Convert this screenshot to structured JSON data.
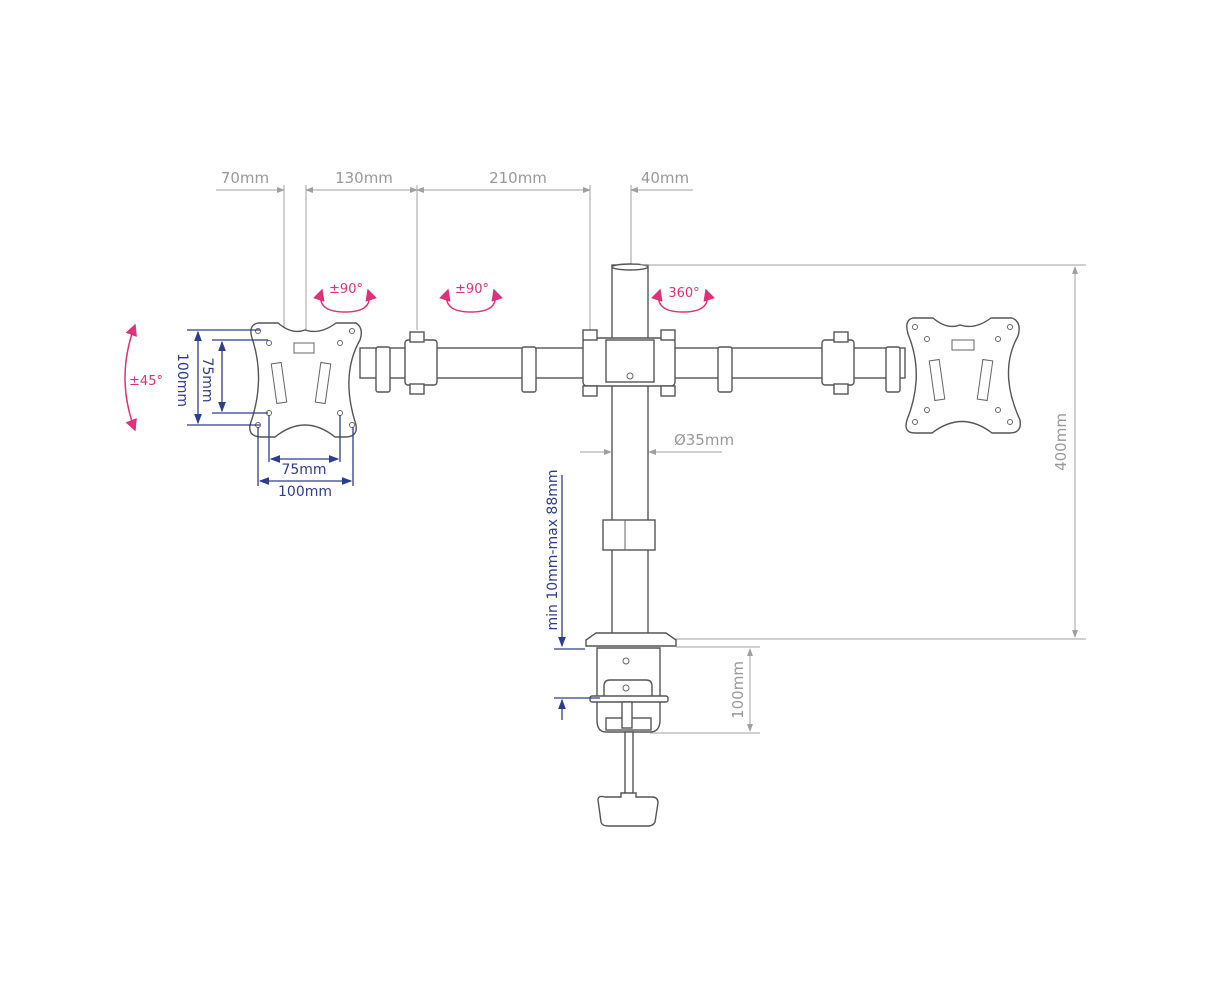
{
  "title": "Dual monitor desk mount dimension diagram",
  "colors": {
    "dimension_gray": "#999999",
    "vesa_blue": "#2e3d8f",
    "rotation_pink": "#e0307a",
    "outline": "#555555"
  },
  "top_dimensions": [
    "70mm",
    "130mm",
    "210mm",
    "40mm"
  ],
  "rotations": {
    "tilt": "±45°",
    "swivel_plate": "±90°",
    "swivel_arm": "±90°",
    "pole_rotation": "360°"
  },
  "vesa": {
    "outer_height": "100mm",
    "inner_height": "75mm",
    "inner_width": "75mm",
    "outer_width": "100mm"
  },
  "pole_diameter": "Ø35mm",
  "pole_height": "400mm",
  "clamp_height": "100mm",
  "desk_thickness": "min 10mm-max 88mm"
}
